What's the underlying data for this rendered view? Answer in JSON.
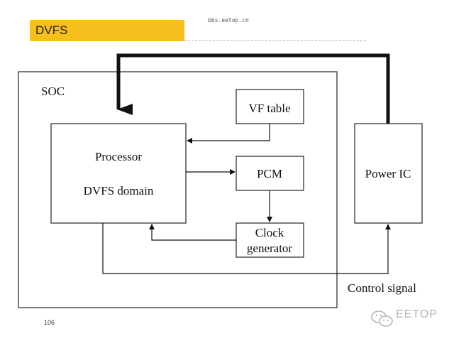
{
  "slide": {
    "title": "DVFS",
    "watermark": "bbs.eetop.cn",
    "page_number": "106",
    "brand": "EETOP"
  },
  "diagram": {
    "soc_label": "SOC",
    "processor_line1": "Processor",
    "processor_line2": "DVFS domain",
    "vf_table": "VF table",
    "pcm": "PCM",
    "clock_line1": "Clock",
    "clock_line2": "generator",
    "power_ic": "Power IC",
    "control_signal": "Control signal"
  }
}
